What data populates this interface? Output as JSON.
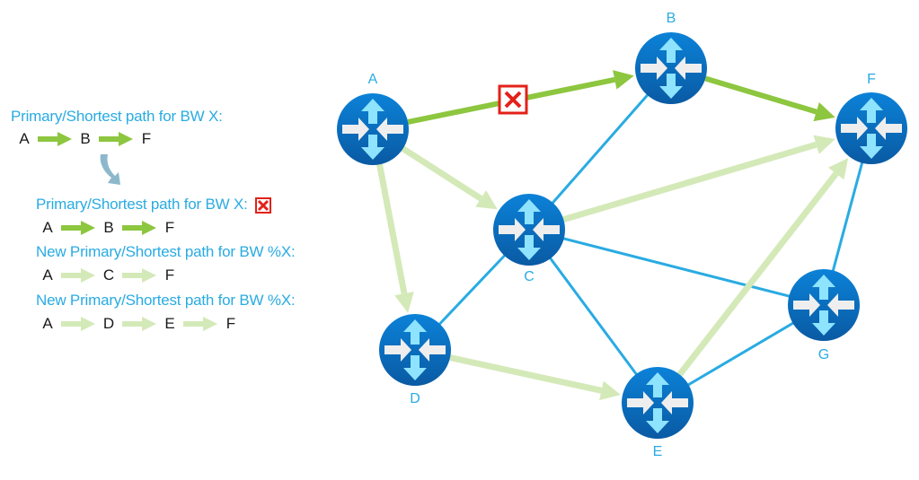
{
  "colors": {
    "primary_path": "#8dc63f",
    "alternate_path": "#d4e9b8",
    "link": "#29abe2",
    "router_fill_top": "#0a7bd1",
    "router_fill_bottom": "#0a5ea8",
    "router_arrow_vertical": "#8ee3ff",
    "router_arrow_horizontal": "#eeeeee",
    "label": "#29abe2",
    "failure": "#e32119",
    "transition_arrow": "#8db8cc"
  },
  "legend": {
    "block1": {
      "title": "Primary/Shortest path for BW X:",
      "path": [
        "A",
        "B",
        "F"
      ],
      "path_style": "primary"
    },
    "block2": {
      "title": "Primary/Shortest path for BW X:",
      "failed": true,
      "path": [
        "A",
        "B",
        "F"
      ],
      "path_style": "primary"
    },
    "block3": {
      "title": "New Primary/Shortest path for BW %X:",
      "path": [
        "A",
        "C",
        "F"
      ],
      "path_style": "alternate"
    },
    "block4": {
      "title": "New Primary/Shortest path for BW %X:",
      "path": [
        "A",
        "D",
        "E",
        "F"
      ],
      "path_style": "alternate"
    }
  },
  "network": {
    "nodes": [
      {
        "id": "A",
        "label": "A"
      },
      {
        "id": "B",
        "label": "B"
      },
      {
        "id": "C",
        "label": "C"
      },
      {
        "id": "D",
        "label": "D"
      },
      {
        "id": "E",
        "label": "E"
      },
      {
        "id": "F",
        "label": "F"
      },
      {
        "id": "G",
        "label": "G"
      }
    ],
    "links": [
      {
        "from": "B",
        "to": "C",
        "type": "link"
      },
      {
        "from": "C",
        "to": "D",
        "type": "link"
      },
      {
        "from": "C",
        "to": "E",
        "type": "link"
      },
      {
        "from": "C",
        "to": "G",
        "type": "link"
      },
      {
        "from": "E",
        "to": "G",
        "type": "link"
      },
      {
        "from": "G",
        "to": "F",
        "type": "link"
      },
      {
        "from": "A",
        "to": "B",
        "type": "primary",
        "failed": true
      },
      {
        "from": "B",
        "to": "F",
        "type": "primary"
      },
      {
        "from": "A",
        "to": "C",
        "type": "alternate"
      },
      {
        "from": "C",
        "to": "F",
        "type": "alternate"
      },
      {
        "from": "A",
        "to": "D",
        "type": "alternate"
      },
      {
        "from": "D",
        "to": "E",
        "type": "alternate"
      },
      {
        "from": "E",
        "to": "F",
        "type": "alternate"
      }
    ]
  }
}
